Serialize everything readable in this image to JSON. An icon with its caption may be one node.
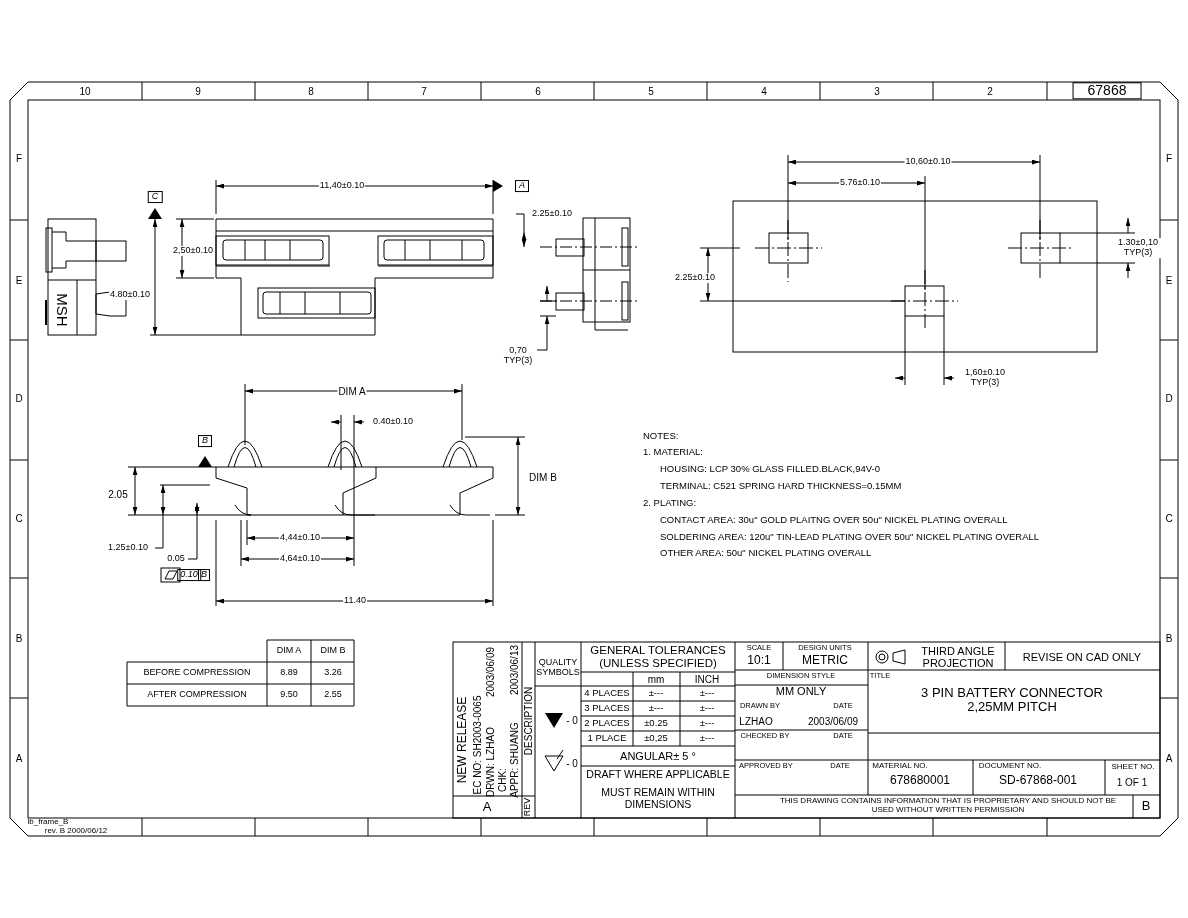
{
  "diagram": {
    "title": "3 PIN BATTERY CONNECTOR 2,25MM PITCH",
    "labels": [
      "10",
      "9",
      "8",
      "7",
      "6",
      "5",
      "4",
      "3",
      "2",
      "67868",
      "F",
      "F",
      "E",
      "E",
      "D",
      "D",
      "C",
      "C",
      "B",
      "B",
      "A",
      "A",
      "C",
      "11,40±0.10",
      "A",
      "2,50±0.10",
      "MSH",
      "4.80±0.10",
      "2.25±0.10",
      "0,70 TYP(3)",
      "10,60±0.10",
      "5.76±0.10",
      "2.25±0.10",
      "1.30±0,10 TYP(3)",
      "1,60±0.10 TYP(3)",
      "DIM A",
      "0.40±0.10",
      "B",
      "DIM B",
      "2.05",
      "4,44±0.10",
      "1.25±0.10",
      "0.05",
      "4,64±0.10",
      "0.10",
      "B",
      "11.40",
      "NOTES:",
      "1. MATERIAL:",
      "HOUSING: LCP 30% GLASS FILLED.BLACK,94V-0",
      "TERMINAL: C521 SPRING HARD THICKNESS=0.15MM",
      "2. PLATING:",
      "CONTACT AREA: 30u\" GOLD PLAITNG OVER 50u\" NICKEL PLATING OVERALL",
      "SOLDERING AREA: 120u\" TIN-LEAD PLATING OVER 50u\" NICKEL PLATING OVERALL",
      "OTHER AREA: 50u\" NICKEL PLATING OVERALL",
      "DIM A",
      "DIM B",
      "BEFORE COMPRESSION",
      "8.89",
      "3.26",
      "AFTER COMPRESSION",
      "9.50",
      "2.55",
      "NEW RELEASE",
      "EC NO: SH2003-0065",
      "2003/06/09",
      "DRWN: LZHAO",
      "CHK:",
      "2003/06/13",
      "APPR: SHUANG",
      "DESCRIPTION",
      "A",
      "REV",
      "QUALITY SYMBOLS",
      "- 0",
      "- 0",
      "GENERAL TOLERANCES (UNLESS SPECIFIED)",
      "mm",
      "INCH",
      "4 PLACES",
      "±---",
      "±---",
      "3 PLACES",
      "±---",
      "±---",
      "2 PLACES",
      "±0.25",
      "±---",
      "1 PLACE",
      "±0,25",
      "±---",
      "ANGULAR± 5 °",
      "DRAFT WHERE APPLICABLE",
      "MUST REMAIN WITHIN DIMENSIONS",
      "SCALE",
      "10:1",
      "DESIGN UNITS",
      "METRIC",
      "DIMENSION STYLE",
      "MM ONLY",
      "DRAWN BY",
      "DATE",
      "LZHAO",
      "2003/06/09",
      "CHECKED BY",
      "DATE",
      "APPROVED BY",
      "DATE",
      "THIRD ANGLE PROJECTION",
      "REVISE ON CAD ONLY",
      "TITLE",
      "MATERIAL NO.",
      "678680001",
      "DOCUMENT NO.",
      "SD-67868-001",
      "SHEET NO.",
      "1 OF 1",
      "THIS DRAWING CONTAINS INFORMATION THAT IS PROPRIETARY AND SHOULD NOT BE USED WITHOUT WRITTEN PERMISSION",
      "B",
      "lb_frame_B",
      "rev. B 2000/06/12"
    ]
  }
}
